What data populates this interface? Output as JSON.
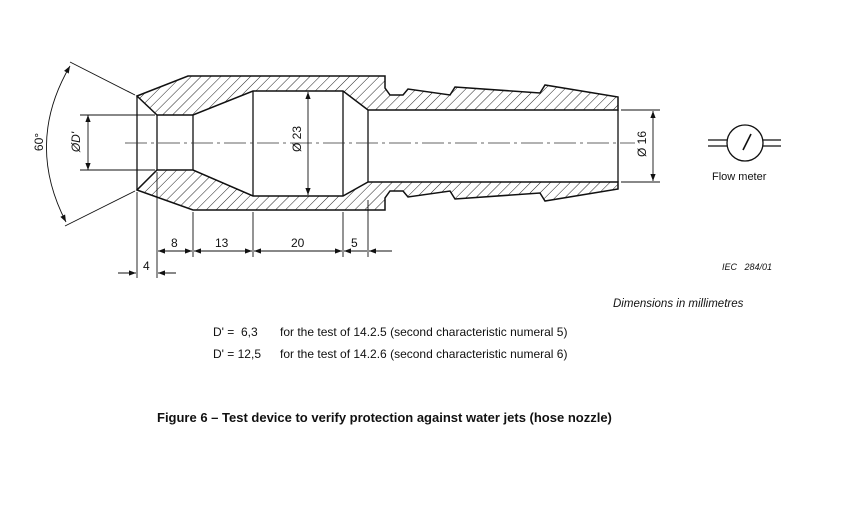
{
  "drawing": {
    "angle_label": "60°",
    "bore_label": "ØD'",
    "chamber_label": "Ø 23",
    "outlet_label": "Ø 16",
    "dimensions": [
      "4",
      "8",
      "13",
      "20",
      "5"
    ],
    "flow_meter_label": "Flow meter",
    "ref_code": "IEC   284/01"
  },
  "units_note": "Dimensions in millimetres",
  "notes": [
    {
      "key": "D' =  6,3",
      "text": "for the test of 14.2.5 (second characteristic numeral 5)"
    },
    {
      "key": "D' = 12,5",
      "text": "for the test of 14.2.6 (second characteristic numeral 6)"
    }
  ],
  "caption": "Figure 6 – Test device to verify protection against water jets (hose nozzle)"
}
